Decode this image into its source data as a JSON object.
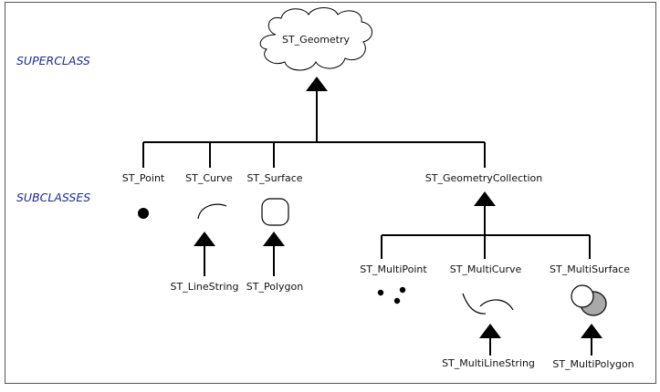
{
  "side_labels": {
    "superclass": "SUPERCLASS",
    "subclasses": "SUBCLASSES"
  },
  "nodes": {
    "root": "ST_Geometry",
    "point": "ST_Point",
    "curve": "ST_Curve",
    "surface": "ST_Surface",
    "collection": "ST_GeometryCollection",
    "linestring": "ST_LineString",
    "polygon": "ST_Polygon",
    "multipoint": "ST_MultiPoint",
    "multicurve": "ST_MultiCurve",
    "multisurface": "ST_MultiSurface",
    "multilinestring": "ST_MultiLineString",
    "multipolygon": "ST_MultiPolygon"
  },
  "colors": {
    "line": "#000000",
    "side_label": "#1f2a8a",
    "border": "#555555",
    "shaded_fill": "#a9a9a9"
  }
}
